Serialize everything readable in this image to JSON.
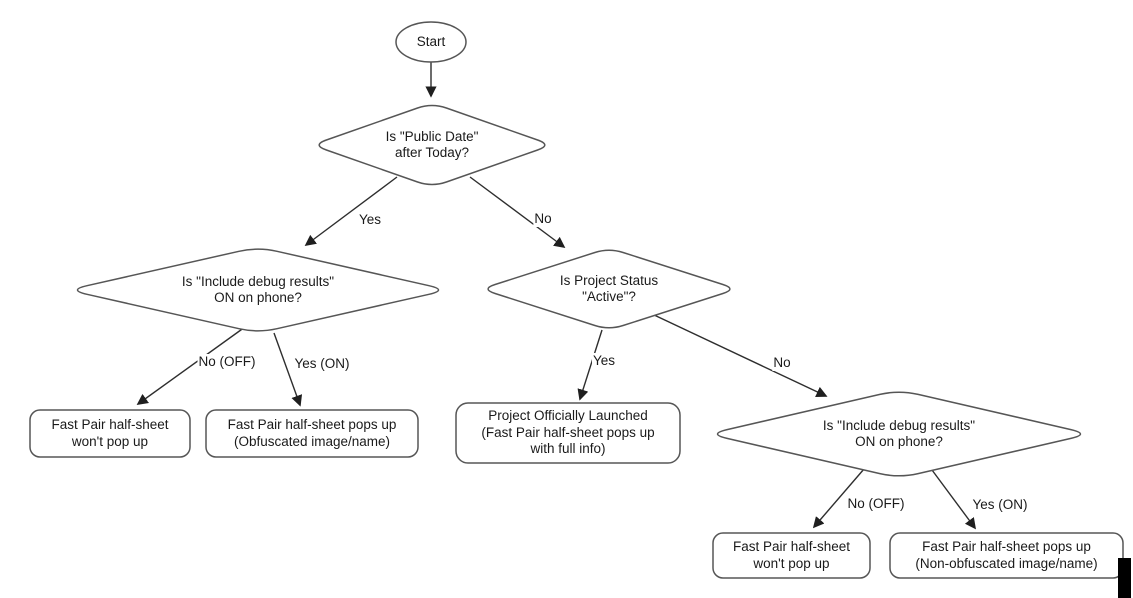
{
  "diagram": {
    "type": "flowchart",
    "colors": {
      "shape_stroke": "#565656",
      "edge_stroke": "#2e2e2e",
      "arrowhead": "#1f1f1f",
      "text": "#1a1a1a",
      "shape_fill": "#ffffff"
    },
    "nodes": {
      "start": {
        "type": "terminator",
        "label": "Start"
      },
      "public_date": {
        "type": "decision",
        "label": "Is \"Public Date\"\nafter Today?"
      },
      "debug_left": {
        "type": "decision",
        "label": "Is \"Include debug results\"\nON on phone?"
      },
      "project_status": {
        "type": "decision",
        "label": "Is Project Status\n\"Active\"?"
      },
      "debug_right": {
        "type": "decision",
        "label": "Is \"Include debug results\"\nON on phone?"
      },
      "no_popup_left": {
        "type": "result",
        "label": "Fast Pair half-sheet\nwon't pop up"
      },
      "popup_obfuscated": {
        "type": "result",
        "label": "Fast Pair half-sheet pops up\n(Obfuscated image/name)"
      },
      "launched": {
        "type": "result",
        "label": "Project Officially Launched\n(Fast Pair half-sheet pops up\nwith full info)"
      },
      "no_popup_right": {
        "type": "result",
        "label": "Fast Pair half-sheet\nwon't pop up"
      },
      "popup_non_obfuscated": {
        "type": "result",
        "label": "Fast Pair half-sheet pops up\n(Non-obfuscated image/name)"
      }
    },
    "edges": [
      {
        "from": "start",
        "to": "public_date",
        "label": ""
      },
      {
        "from": "public_date",
        "to": "debug_left",
        "label": "Yes"
      },
      {
        "from": "public_date",
        "to": "project_status",
        "label": "No"
      },
      {
        "from": "debug_left",
        "to": "no_popup_left",
        "label": "No (OFF)"
      },
      {
        "from": "debug_left",
        "to": "popup_obfuscated",
        "label": "Yes (ON)"
      },
      {
        "from": "project_status",
        "to": "launched",
        "label": "Yes"
      },
      {
        "from": "project_status",
        "to": "debug_right",
        "label": "No"
      },
      {
        "from": "debug_right",
        "to": "no_popup_right",
        "label": "No (OFF)"
      },
      {
        "from": "debug_right",
        "to": "popup_non_obfuscated",
        "label": "Yes (ON)"
      }
    ]
  }
}
